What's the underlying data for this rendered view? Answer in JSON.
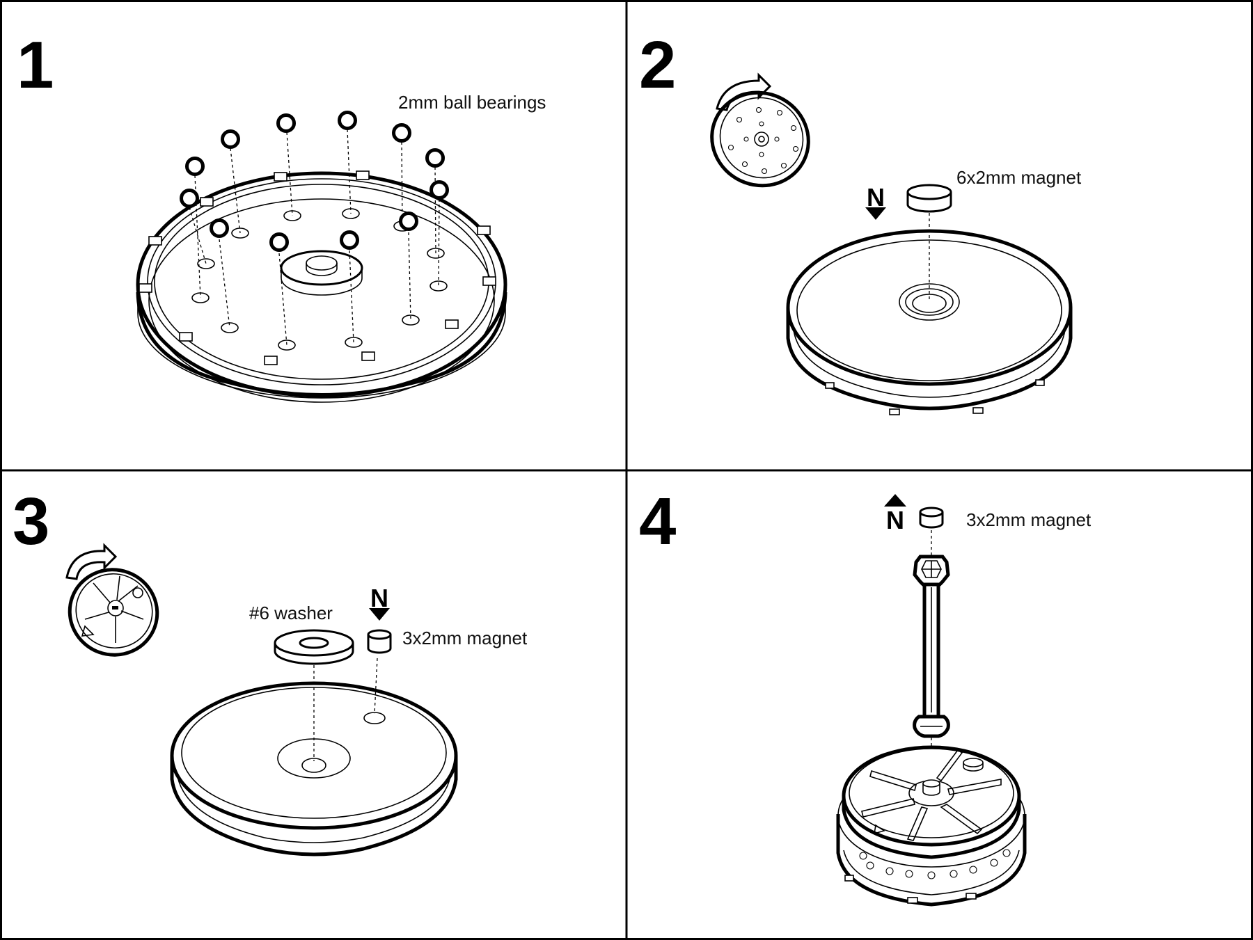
{
  "steps": [
    {
      "number": "1",
      "label": "2mm ball bearings"
    },
    {
      "number": "2",
      "label": "6x2mm magnet",
      "pole": "N"
    },
    {
      "number": "3",
      "washer_label": "#6 washer",
      "label": "3x2mm magnet",
      "pole": "N"
    },
    {
      "number": "4",
      "label": "3x2mm magnet",
      "pole": "N"
    }
  ],
  "colors": {
    "line": "#000000",
    "background": "#ffffff"
  }
}
